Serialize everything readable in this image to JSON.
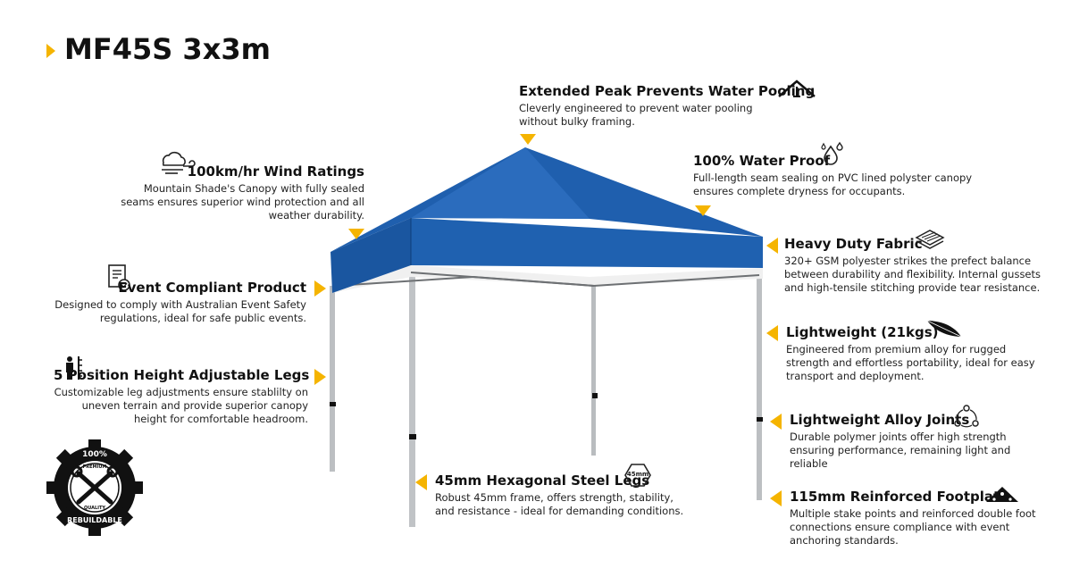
{
  "title": "MF45S 3x3m",
  "colors": {
    "accent": "#f5b400",
    "canopy": "#1f5fae",
    "frame": "#b9bcbf"
  },
  "features": {
    "peak": {
      "heading": "Extended Peak Prevents Water Pooling",
      "text": "Cleverly engineered to prevent water pooling without bulky framing.",
      "icon": "peak-roof-icon"
    },
    "wind": {
      "heading": "100km/hr Wind Ratings",
      "text": "Mountain Shade's Canopy with fully sealed seams ensures superior wind protection and all weather durability.",
      "icon": "wind-cloud-icon"
    },
    "waterproof": {
      "heading": "100% Water Proof",
      "text": "Full-length seam sealing on PVC lined polyster canopy ensures complete dryness for occupants.",
      "icon": "water-drops-icon"
    },
    "fabric": {
      "heading": "Heavy Duty Fabric",
      "text": "320+ GSM polyester strikes the prefect balance between durability and flexibility. Internal gussets and high-tensile stitching provide tear resistance.",
      "icon": "fabric-layers-icon"
    },
    "compliant": {
      "heading": "Event Compliant Product",
      "text": "Designed to comply with Australian Event Safety regulations, ideal for safe public events.",
      "icon": "certificate-document-icon"
    },
    "lightweight": {
      "heading": "Lightweight (21kgs)",
      "text": "Engineered from premium alloy for rugged strength and effortless portability, ideal for easy transport and deployment.",
      "icon": "feather-icon"
    },
    "height": {
      "heading": "5 Position Height Adjustable Legs",
      "text": "Customizable leg adjustments ensure stablilty on uneven terrain and provide superior canopy height for comfortable headroom.",
      "icon": "person-height-icon"
    },
    "joints": {
      "heading": "Lightweight Alloy Joints",
      "text": "Durable polymer joints offer high strength ensuring performance, remaining light and reliable",
      "icon": "joints-cycle-icon"
    },
    "legs": {
      "heading": "45mm Hexagonal Steel Legs",
      "text": "Robust 45mm frame, offers strength, stability, and resistance - ideal for demanding conditions.",
      "icon": "hexagon-icon",
      "icon_label": "45mm"
    },
    "footplate": {
      "heading": "115mm Reinforced Footplate",
      "text": "Multiple stake points and reinforced double foot connections ensure compliance with event anchoring standards.",
      "icon": "footplate-icon"
    }
  },
  "badge": {
    "top": "100%",
    "premium": "PREMIUM",
    "quality": "QUALITY",
    "bottom": "REBUILDABLE",
    "icon": "rebuildable-gear-badge-icon"
  }
}
